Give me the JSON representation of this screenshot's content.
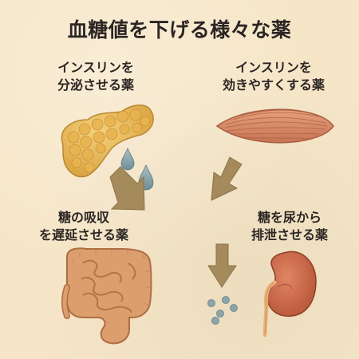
{
  "title": "血糖値を下げる様々な薬",
  "drugs": [
    {
      "id": "secrete",
      "lines": [
        "インスリンを",
        "分泌させる薬"
      ]
    },
    {
      "id": "sensitize",
      "lines": [
        "インスリンを",
        "効きやすくする薬"
      ]
    },
    {
      "id": "absorb",
      "lines": [
        "糖の吸収",
        "を遅延させる薬"
      ]
    },
    {
      "id": "excrete",
      "lines": [
        "糖を尿から",
        "排泄させる薬"
      ]
    }
  ],
  "colors": {
    "background": "#f6e6c7",
    "arrow": "#a58a5c",
    "pancreas": "#e6b552",
    "muscle": "#d78c66",
    "intestine": "#dc9e6d",
    "kidney": "#cd6c4a",
    "droplet": "#8aa5ad"
  }
}
